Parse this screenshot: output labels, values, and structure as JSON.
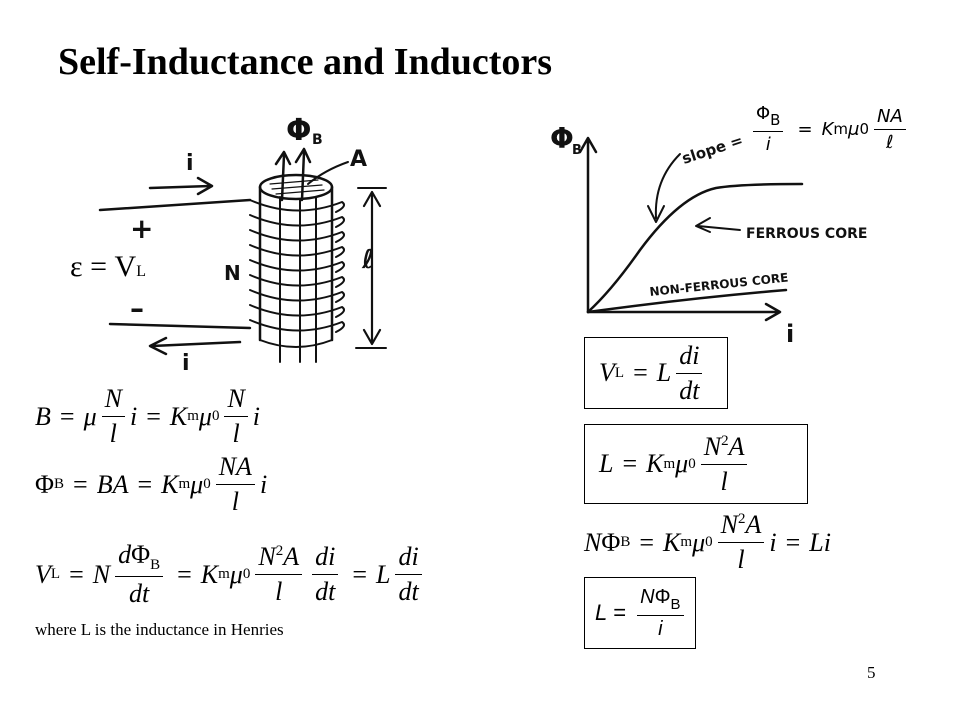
{
  "title": "Self-Inductance and Inductors",
  "coil_labels": {
    "flux": "Φ",
    "flux_sub": "B",
    "area": "A",
    "current_top": "i",
    "current_bottom": "i",
    "plus": "+",
    "minus": "–",
    "emf": "ε = V",
    "emf_sub": "L",
    "turns": "N",
    "length": "ℓ"
  },
  "graph_labels": {
    "y_axis": "Φ",
    "y_axis_sub": "B",
    "x_axis": "i",
    "slope_text": "slope =",
    "ferrous": "FERROUS CORE",
    "non_ferrous": "NON-FERROUS CORE"
  },
  "caption": "where L is the inductance in Henries",
  "page_number": "5"
}
